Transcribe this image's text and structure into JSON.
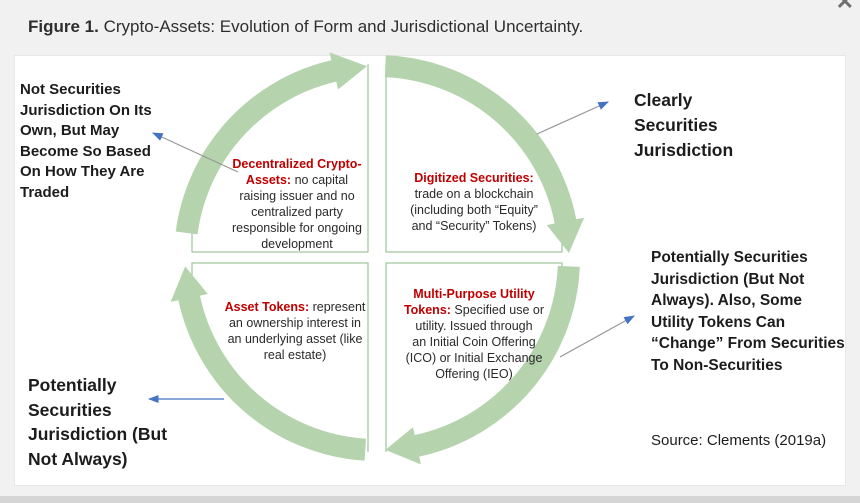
{
  "page": {
    "close_icon": "✕"
  },
  "figure": {
    "title_prefix": "Figure 1.",
    "title_rest": " Crypto-Assets: Evolution of Form and Jurisdictional Uncertainty."
  },
  "cycle": {
    "quadrants": [
      {
        "name": "decentralized-crypto-assets",
        "lead": "Decentralized Crypto-\nAssets:",
        "body": " no capital\nraising issuer and no\ncentralized party\nresponsible for ongoing\ndevelopment"
      },
      {
        "name": "digitized-securities",
        "lead": "Digitized Securities:",
        "body": "\ntrade on a blockchain\n(including both “Equity”\nand “Security” Tokens)"
      },
      {
        "name": "asset-tokens",
        "lead": "Asset Tokens:",
        "body": " represent\nan ownership interest in\nan underlying asset (like\nreal estate)"
      },
      {
        "name": "multi-purpose-utility-tokens",
        "lead": "Multi-Purpose Utility\nTokens:",
        "body": " Specified use or\nutility. Issued through\nan Initial Coin Offering\n(ICO) or Initial Exchange\nOffering (IEO)"
      }
    ]
  },
  "annotations": {
    "top_left": "Not Securities\nJurisdiction On Its\nOwn, But May\nBecome So Based\nOn How They Are\nTraded",
    "top_right": "Clearly\nSecurities\nJurisdiction",
    "right": "Potentially Securities\nJurisdiction (But Not\nAlways). Also, Some\nUtility Tokens Can\n“Change” From Securities\nTo Non-Securities",
    "bottom_left": "Potentially\nSecurities\nJurisdiction (But\nNot Always)"
  },
  "source": "Source: Clements (2019a)",
  "colors": {
    "arc_green": "#b5d3ad",
    "box_border_green": "#9dc599",
    "red": "#c00000",
    "arrow_blue": "#4472c4",
    "leader_gray": "#969696"
  }
}
